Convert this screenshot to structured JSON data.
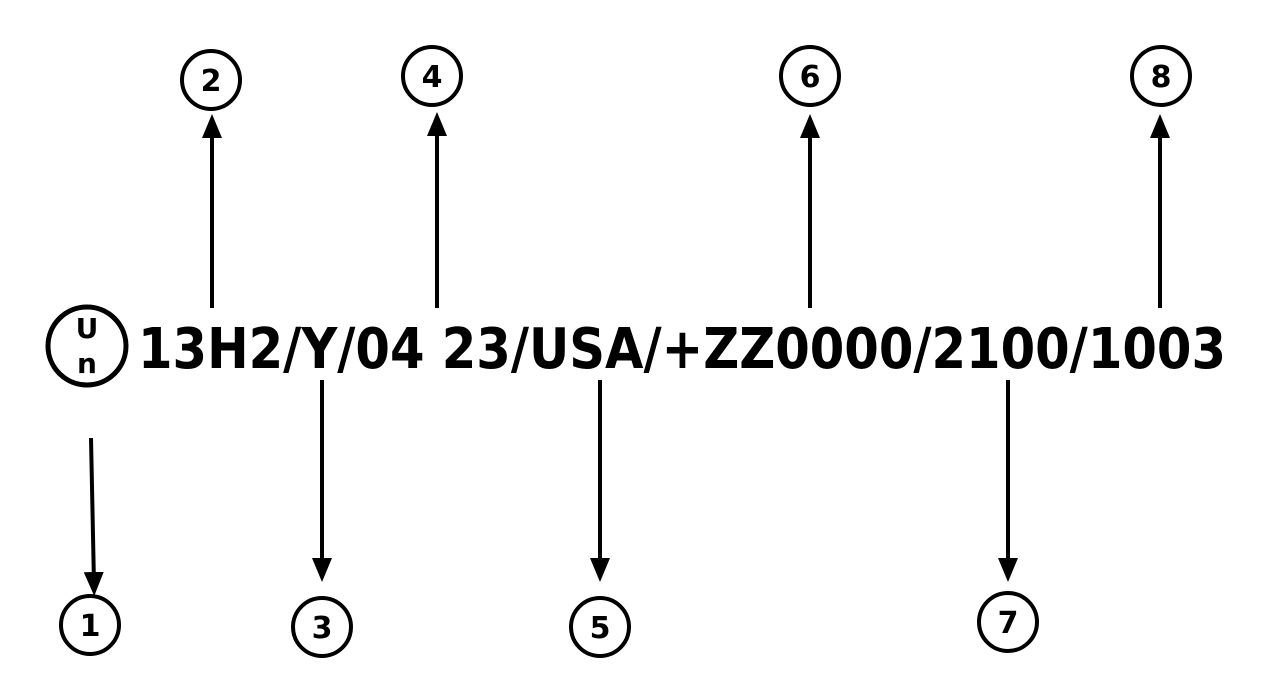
{
  "marking": {
    "symbol_top": "U",
    "symbol_bottom": "n",
    "code": "13H2/Y/04 23/USA/+ZZ0000/2100/1003"
  },
  "callouts": [
    {
      "number": "1",
      "position": "below"
    },
    {
      "number": "2",
      "position": "above"
    },
    {
      "number": "3",
      "position": "below"
    },
    {
      "number": "4",
      "position": "above"
    },
    {
      "number": "5",
      "position": "below"
    },
    {
      "number": "6",
      "position": "above"
    },
    {
      "number": "7",
      "position": "below"
    },
    {
      "number": "8",
      "position": "above"
    }
  ],
  "colors": {
    "ink": "#000000",
    "background": "#ffffff"
  }
}
